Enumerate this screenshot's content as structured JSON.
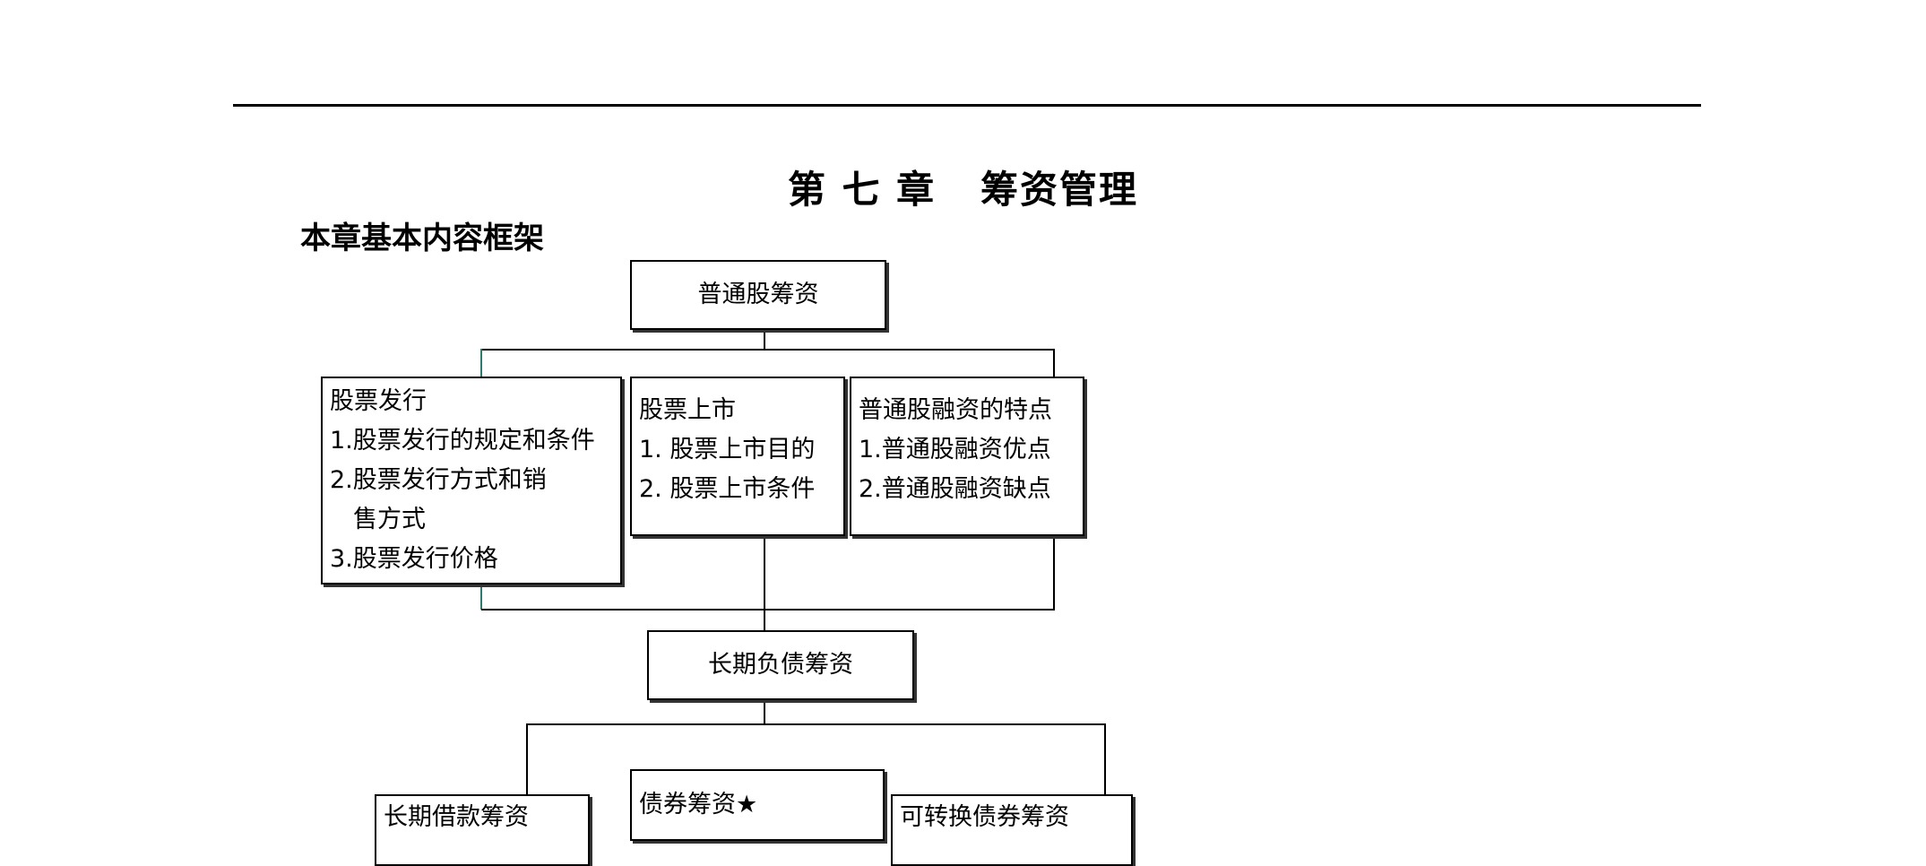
{
  "page": {
    "chapter_title": "第 七 章   筹资管理",
    "section_title": "本章基本内容框架"
  },
  "diagram": {
    "top_node": "普通股筹资",
    "branches": [
      {
        "title": "股票发行",
        "items": [
          "1.股票发行的规定和条件",
          "2.股票发行方式和销",
          "售方式",
          "3.股票发行价格"
        ]
      },
      {
        "title": "股票上市",
        "items": [
          "1. 股票上市目的",
          "2. 股票上市条件"
        ]
      },
      {
        "title": "普通股融资的特点",
        "items": [
          "1.普通股融资优点",
          "2.普通股融资缺点"
        ]
      }
    ],
    "middle_node": "长期负债筹资",
    "bottom_branches": [
      "长期借款筹资",
      "债券筹资★",
      "可转换债券筹资"
    ]
  }
}
